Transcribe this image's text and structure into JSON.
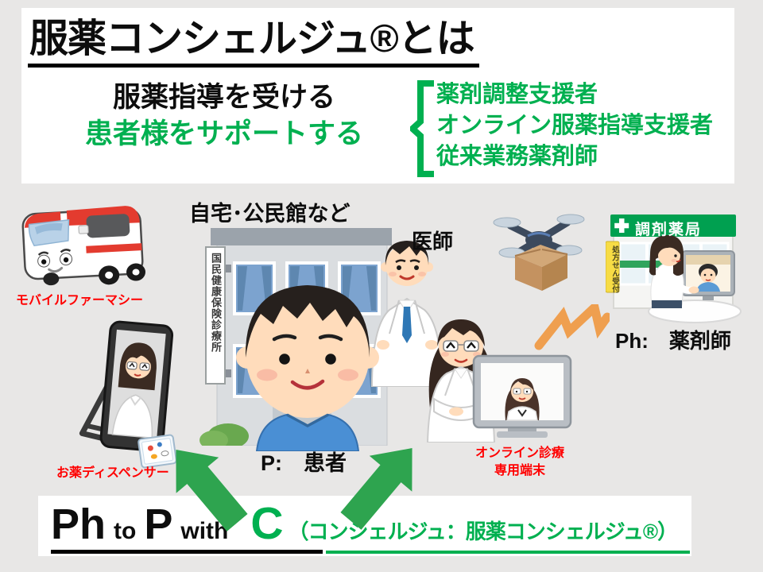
{
  "colors": {
    "accent_green": "#00B050",
    "arrow_green": "#2EA44F",
    "label_red": "#FF0000",
    "background": "#E8E7E6",
    "pharmacy_green": "#00A050",
    "sign_yellow": "#F7DC45"
  },
  "header": {
    "title": "服薬コンシェルジュ®とは",
    "subtitle_line1": "服薬指導を受ける",
    "subtitle_line2": "患者様をサポートする",
    "roles": [
      "薬剤調整支援者",
      "オンライン服薬指導支援者",
      "従来業務薬剤師"
    ]
  },
  "scene": {
    "home_label": "自宅･公民館など",
    "mobile_pharmacy_label": "モバイルファーマシー",
    "dispenser_label": "お薬ディスペンサー",
    "doctor_label": "医師",
    "patient_label": "P:　患者",
    "terminal_label_line1": "オンライン診療",
    "terminal_label_line2": "専用端末",
    "pharmacist_label": "Ph:　薬剤師",
    "clinic_sign": "国民健康保険診療所",
    "pharmacy_sign": "調剤薬局",
    "prescription_sign": "処方せん受付"
  },
  "footer": {
    "part_ph": "Ph",
    "part_to": "to",
    "part_p": "P",
    "part_with": "with",
    "part_c": "C",
    "part_paren": "（コンシェルジュ：服薬コンシェルジュ®）"
  }
}
